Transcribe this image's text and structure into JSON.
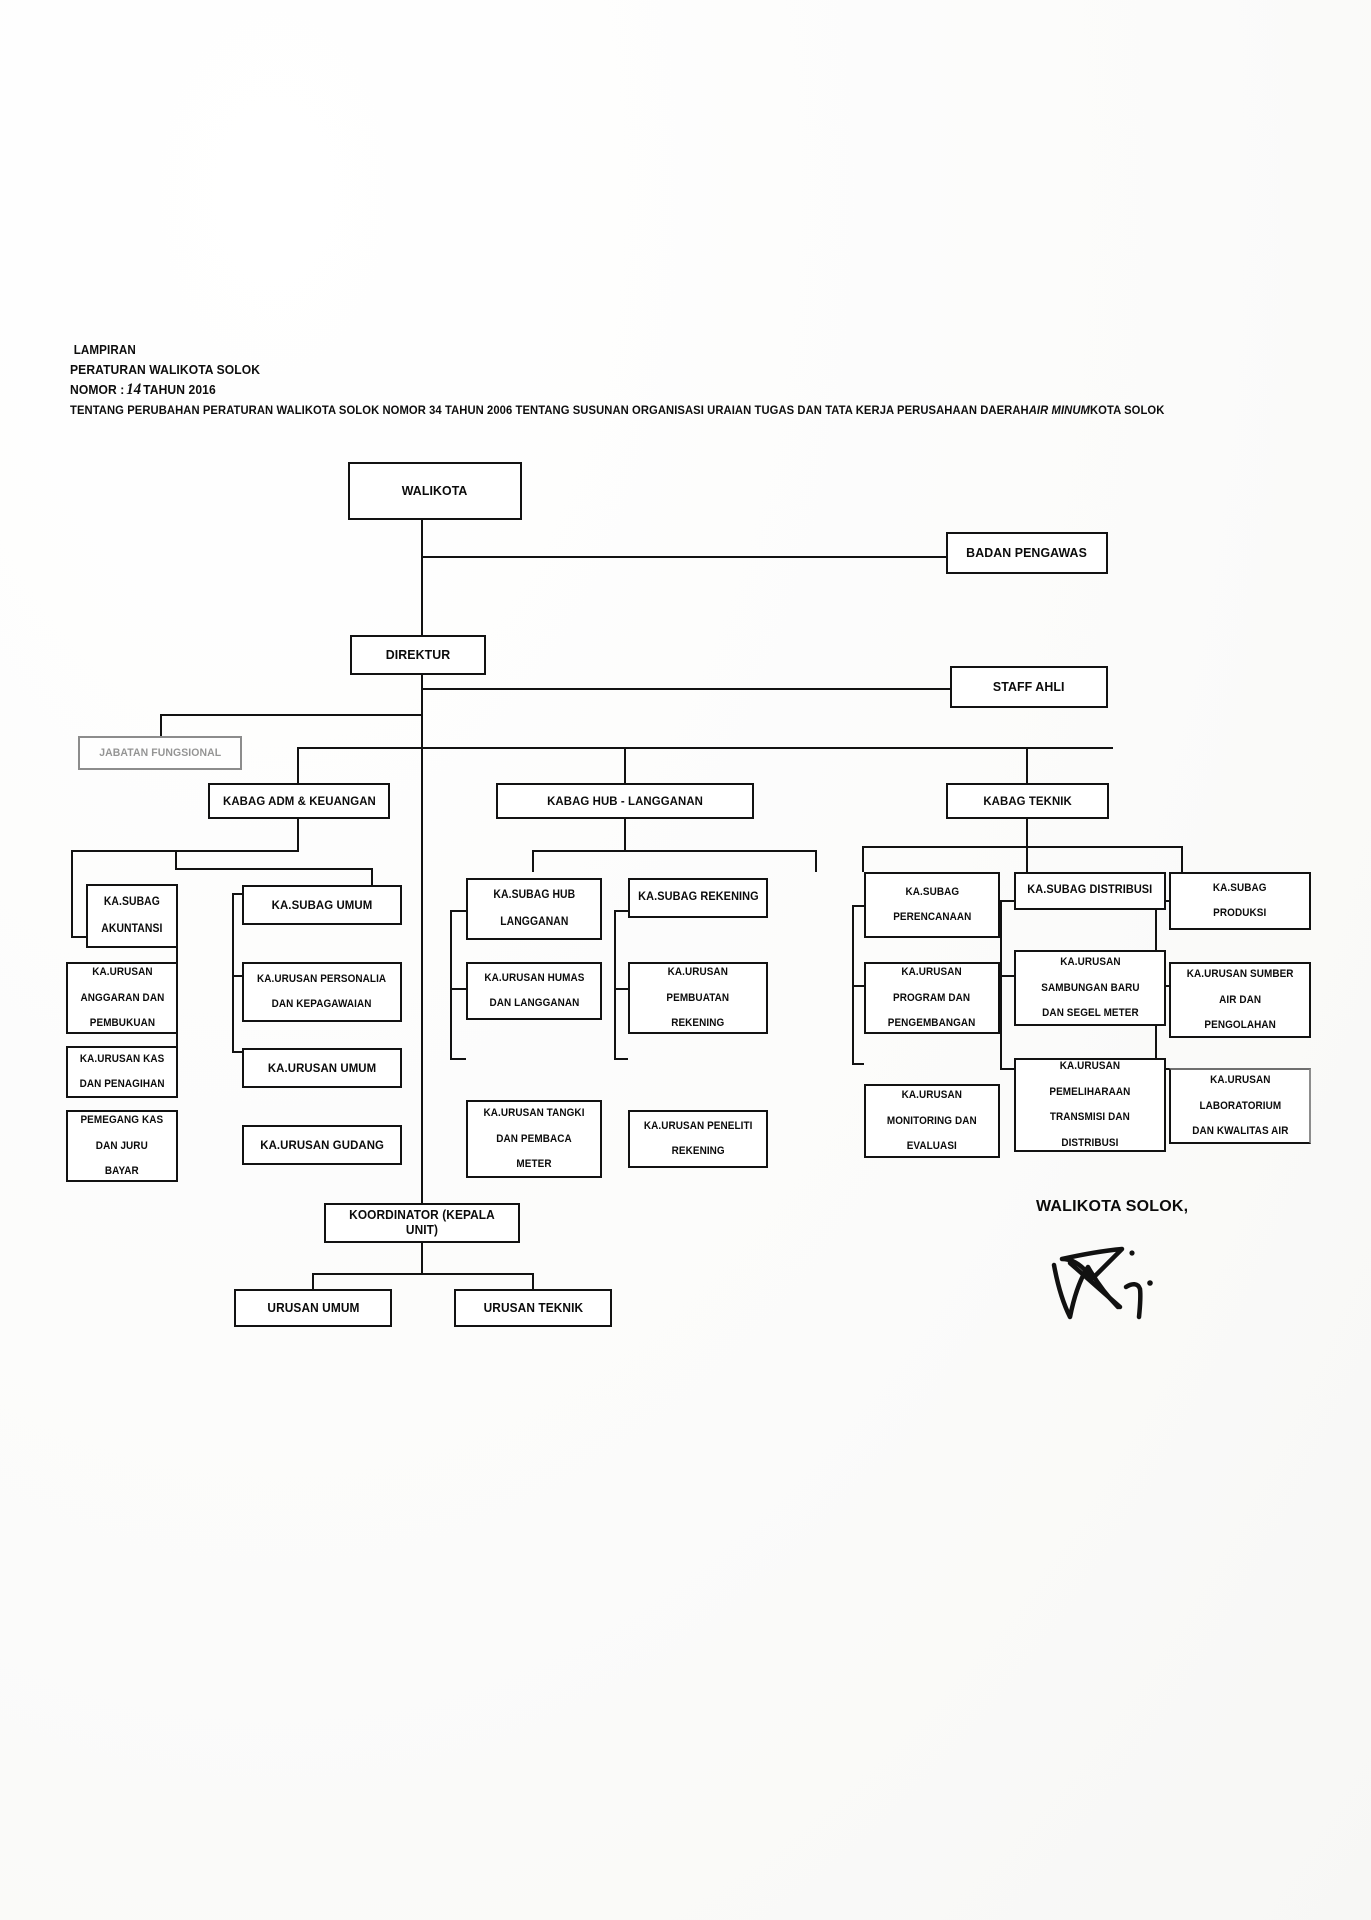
{
  "document": {
    "header_lines": [
      "LAMPIRAN",
      "PERATURAN WALIKOTA SOLOK",
      "NOMOR :",
      "TENTANG PERUBAHAN PERATURAN WALIKOTA SOLOK NOMOR 34 TAHUN 2006 TENTANG SUSUNAN ORGANISASI URAIAN TUGAS DAN TATA KERJA PERUSAHAAN DAERAH"
    ],
    "nomor_label": "NOMOR :",
    "nomor_value": "14",
    "nomor_suffix": "TAHUN 2016",
    "tentang_line_a": "TENTANG PERUBAHAN PERATURAN WALIKOTA SOLOK NOMOR 34 TAHUN 2006 TENTANG SUSUNAN ORGANISASI URAIAN TUGAS DAN TATA KERJA PERUSAHAAN DAERAH",
    "tentang_line_b": "AIR MINUM",
    "tentang_line_c": "KOTA  SOLOK"
  },
  "signature": {
    "label": "WALIKOTA SOLOK,",
    "mark": "handwritten-signature"
  },
  "chart_data": {
    "type": "diagram",
    "title": "Struktur Organisasi Perusahaan Daerah Air Minum Kota Solok",
    "nodes": {
      "walikota": "WALIKOTA",
      "badan_pengawas": "BADAN PENGAWAS",
      "direktur": "DIREKTUR",
      "staff_ahli": "STAFF AHLI",
      "jabatan_fungsional": "JABATAN FUNGSIONAL",
      "kabag_adm": "KABAG ADM & KEUANGAN",
      "kabag_hub": "KABAG HUB - LANGGANAN",
      "kabag_teknik": "KABAG TEKNIK",
      "ka_subag_akuntansi": "KA.SUBAG AKUNTANSI",
      "ka_urusan_anggaran": "KA.URUSAN ANGGARAN DAN PEMBUKUAN",
      "ka_urusan_kas": "KA.URUSAN KAS DAN PENAGIHAN",
      "pemegang_kas": "PEMEGANG KAS DAN JURU BAYAR",
      "ka_subag_umum": "KA.SUBAG UMUM",
      "ka_urusan_personalia": "KA.URUSAN PERSONALIA DAN KEPAGAWAIAN",
      "ka_urusan_umum": "KA.URUSAN UMUM",
      "ka_urusan_gudang": "KA.URUSAN GUDANG",
      "ka_subag_hub": "KA.SUBAG HUB LANGGANAN",
      "ka_urusan_humas": "KA.URUSAN HUMAS DAN LANGGANAN",
      "ka_urusan_tangki": "KA.URUSAN TANGKI DAN PEMBACA METER",
      "ka_subag_rekening": "KA.SUBAG REKENING",
      "ka_urusan_pembuatan": "KA.URUSAN PEMBUATAN REKENING",
      "ka_urusan_peneliti": "KA.URUSAN PENELITI REKENING",
      "ka_subag_perencanaan": "KA.SUBAG PERENCANAAN",
      "ka_urusan_program": "KA.URUSAN PROGRAM DAN PENGEMBANGAN",
      "ka_urusan_monitoring": "KA.URUSAN MONITORING DAN EVALUASI",
      "ka_subag_distribusi": "KA.SUBAG DISTRIBUSI",
      "ka_urusan_sambungan": "KA.URUSAN SAMBUNGAN BARU DAN SEGEL METER",
      "ka_urusan_pemeliharaan": "KA.URUSAN PEMELIHARAAN TRANSMISI DAN DISTRIBUSI",
      "ka_subag_produksi": "KA.SUBAG PRODUKSI",
      "ka_urusan_sumber_air": "KA.URUSAN SUMBER AIR DAN PENGOLAHAN",
      "ka_urusan_laboratorium": "KA.URUSAN LABORATORIUM DAN KWALITAS AIR",
      "koordinator": "KOORDINATOR (KEPALA UNIT)",
      "urusan_umum": "URUSAN UMUM",
      "urusan_teknik": "URUSAN TEKNIK"
    },
    "node_lines": {
      "ka_subag_akuntansi": [
        "KA.SUBAG",
        "AKUNTANSI"
      ],
      "ka_urusan_anggaran": [
        "KA.URUSAN",
        "ANGGARAN DAN",
        "PEMBUKUAN"
      ],
      "ka_urusan_kas": [
        "KA.URUSAN KAS",
        "DAN PENAGIHAN"
      ],
      "pemegang_kas": [
        "PEMEGANG KAS",
        "DAN JURU",
        "BAYAR"
      ],
      "ka_urusan_personalia": [
        "KA.URUSAN PERSONALIA",
        "DAN KEPAGAWAIAN"
      ],
      "ka_subag_hub": [
        "KA.SUBAG HUB",
        "LANGGANAN"
      ],
      "ka_urusan_humas": [
        "KA.URUSAN HUMAS",
        "DAN LANGGANAN"
      ],
      "ka_urusan_tangki": [
        "KA.URUSAN TANGKI",
        "DAN PEMBACA",
        "METER"
      ],
      "ka_urusan_pembuatan": [
        "KA.URUSAN",
        "PEMBUATAN",
        "REKENING"
      ],
      "ka_urusan_peneliti": [
        "KA.URUSAN PENELITI",
        "REKENING"
      ],
      "ka_subag_perencanaan": [
        "KA.SUBAG",
        "PERENCANAAN"
      ],
      "ka_urusan_program": [
        "KA.URUSAN",
        "PROGRAM DAN",
        "PENGEMBANGAN"
      ],
      "ka_urusan_monitoring": [
        "KA.URUSAN",
        "MONITORING DAN",
        "EVALUASI"
      ],
      "ka_urusan_sambungan": [
        "KA.URUSAN",
        "SAMBUNGAN BARU",
        "DAN SEGEL METER"
      ],
      "ka_urusan_pemeliharaan": [
        "KA.URUSAN",
        "PEMELIHARAAN",
        "TRANSMISI DAN",
        "DISTRIBUSI"
      ],
      "ka_subag_produksi": [
        "KA.SUBAG",
        "PRODUKSI"
      ],
      "ka_urusan_sumber_air": [
        "KA.URUSAN SUMBER",
        "AIR DAN",
        "PENGOLAHAN"
      ],
      "ka_urusan_laboratorium": [
        "KA.URUSAN",
        "LABORATORIUM",
        "DAN KWALITAS AIR"
      ]
    },
    "edges": [
      [
        "walikota",
        "badan_pengawas"
      ],
      [
        "walikota",
        "direktur"
      ],
      [
        "direktur",
        "staff_ahli"
      ],
      [
        "direktur",
        "jabatan_fungsional"
      ],
      [
        "direktur",
        "kabag_adm"
      ],
      [
        "direktur",
        "kabag_hub"
      ],
      [
        "direktur",
        "kabag_teknik"
      ],
      [
        "direktur",
        "koordinator"
      ],
      [
        "kabag_adm",
        "ka_subag_akuntansi"
      ],
      [
        "kabag_adm",
        "ka_subag_umum"
      ],
      [
        "ka_subag_akuntansi",
        "ka_urusan_anggaran"
      ],
      [
        "ka_subag_akuntansi",
        "ka_urusan_kas"
      ],
      [
        "ka_subag_akuntansi",
        "pemegang_kas"
      ],
      [
        "ka_subag_umum",
        "ka_urusan_personalia"
      ],
      [
        "ka_subag_umum",
        "ka_urusan_umum"
      ],
      [
        "ka_subag_umum",
        "ka_urusan_gudang"
      ],
      [
        "kabag_hub",
        "ka_subag_hub"
      ],
      [
        "kabag_hub",
        "ka_subag_rekening"
      ],
      [
        "ka_subag_hub",
        "ka_urusan_humas"
      ],
      [
        "ka_subag_hub",
        "ka_urusan_tangki"
      ],
      [
        "ka_subag_rekening",
        "ka_urusan_pembuatan"
      ],
      [
        "ka_subag_rekening",
        "ka_urusan_peneliti"
      ],
      [
        "kabag_teknik",
        "ka_subag_perencanaan"
      ],
      [
        "kabag_teknik",
        "ka_subag_distribusi"
      ],
      [
        "kabag_teknik",
        "ka_subag_produksi"
      ],
      [
        "ka_subag_perencanaan",
        "ka_urusan_program"
      ],
      [
        "ka_subag_perencanaan",
        "ka_urusan_monitoring"
      ],
      [
        "ka_subag_distribusi",
        "ka_urusan_sambungan"
      ],
      [
        "ka_subag_distribusi",
        "ka_urusan_pemeliharaan"
      ],
      [
        "ka_subag_produksi",
        "ka_urusan_sumber_air"
      ],
      [
        "ka_subag_produksi",
        "ka_urusan_laboratorium"
      ],
      [
        "koordinator",
        "urusan_umum"
      ],
      [
        "koordinator",
        "urusan_teknik"
      ]
    ]
  }
}
